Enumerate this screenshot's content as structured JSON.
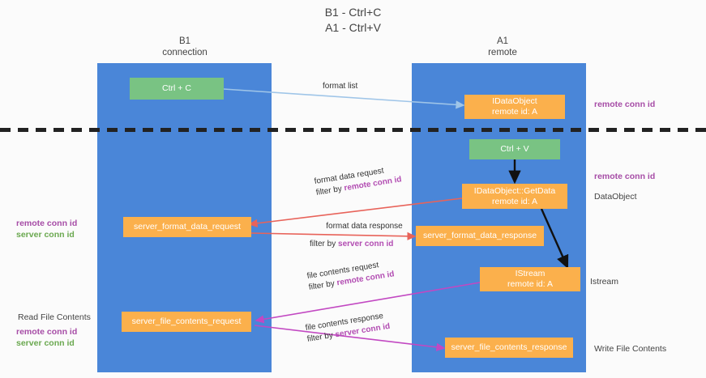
{
  "title": {
    "line1": "B1 - Ctrl+C",
    "line2": "A1 - Ctrl+V"
  },
  "columns": [
    {
      "name": "B1",
      "sub": "connection"
    },
    {
      "name": "A1",
      "sub": "remote"
    }
  ],
  "nodes": {
    "ctrl_c": "Ctrl + C",
    "ctrl_v": "Ctrl + V",
    "idataobject_name": "IDataObject",
    "idataobject_id": "remote id: A",
    "getdata_name": "IDataObject::GetData",
    "getdata_id": "remote id: A",
    "istream_name": "IStream",
    "istream_id": "remote id: A",
    "server_format_data_request": "server_format_data_request",
    "server_format_data_response": "server_format_data_response",
    "server_file_contents_request": "server_file_contents_request",
    "server_file_contents_response": "server_file_contents_response"
  },
  "edges": {
    "format_list": "format list",
    "format_data_request": "format data request",
    "format_data_request_filter_prefix": "filter by ",
    "format_data_request_filter_key": "remote conn id",
    "format_data_response": "format data response",
    "format_data_response_filter_prefix": "filter by ",
    "format_data_response_filter_key": "server conn id",
    "file_contents_request": "file contents request",
    "file_contents_request_filter_prefix": "filter by ",
    "file_contents_request_filter_key": "remote conn id",
    "file_contents_response": "file contents response",
    "file_contents_response_filter_prefix": "filter by ",
    "file_contents_response_filter_key": "server conn id"
  },
  "annotations": {
    "right_remote_conn_id_top": "remote conn id",
    "right_remote_conn_id_mid": "remote conn id",
    "right_dataobject": "DataObject",
    "right_istream": "Istream",
    "right_write_file_contents": "Write File Contents",
    "left_remote_conn_id": "remote conn id",
    "left_server_conn_id": "server conn id",
    "left_read_file_contents": "Read File Contents",
    "left_bottom_remote_conn_id": "remote conn id",
    "left_bottom_server_conn_id": "server conn id"
  },
  "colors": {
    "lane": "#4a86d8",
    "node_green": "#79c383",
    "node_orange": "#fbb04c",
    "accent_purple": "#a64ca6",
    "accent_green": "#6aa84f",
    "arrow_blue": "#9fc5e8",
    "arrow_red": "#e8635a",
    "arrow_magenta": "#c248c2",
    "arrow_black": "#111111"
  }
}
